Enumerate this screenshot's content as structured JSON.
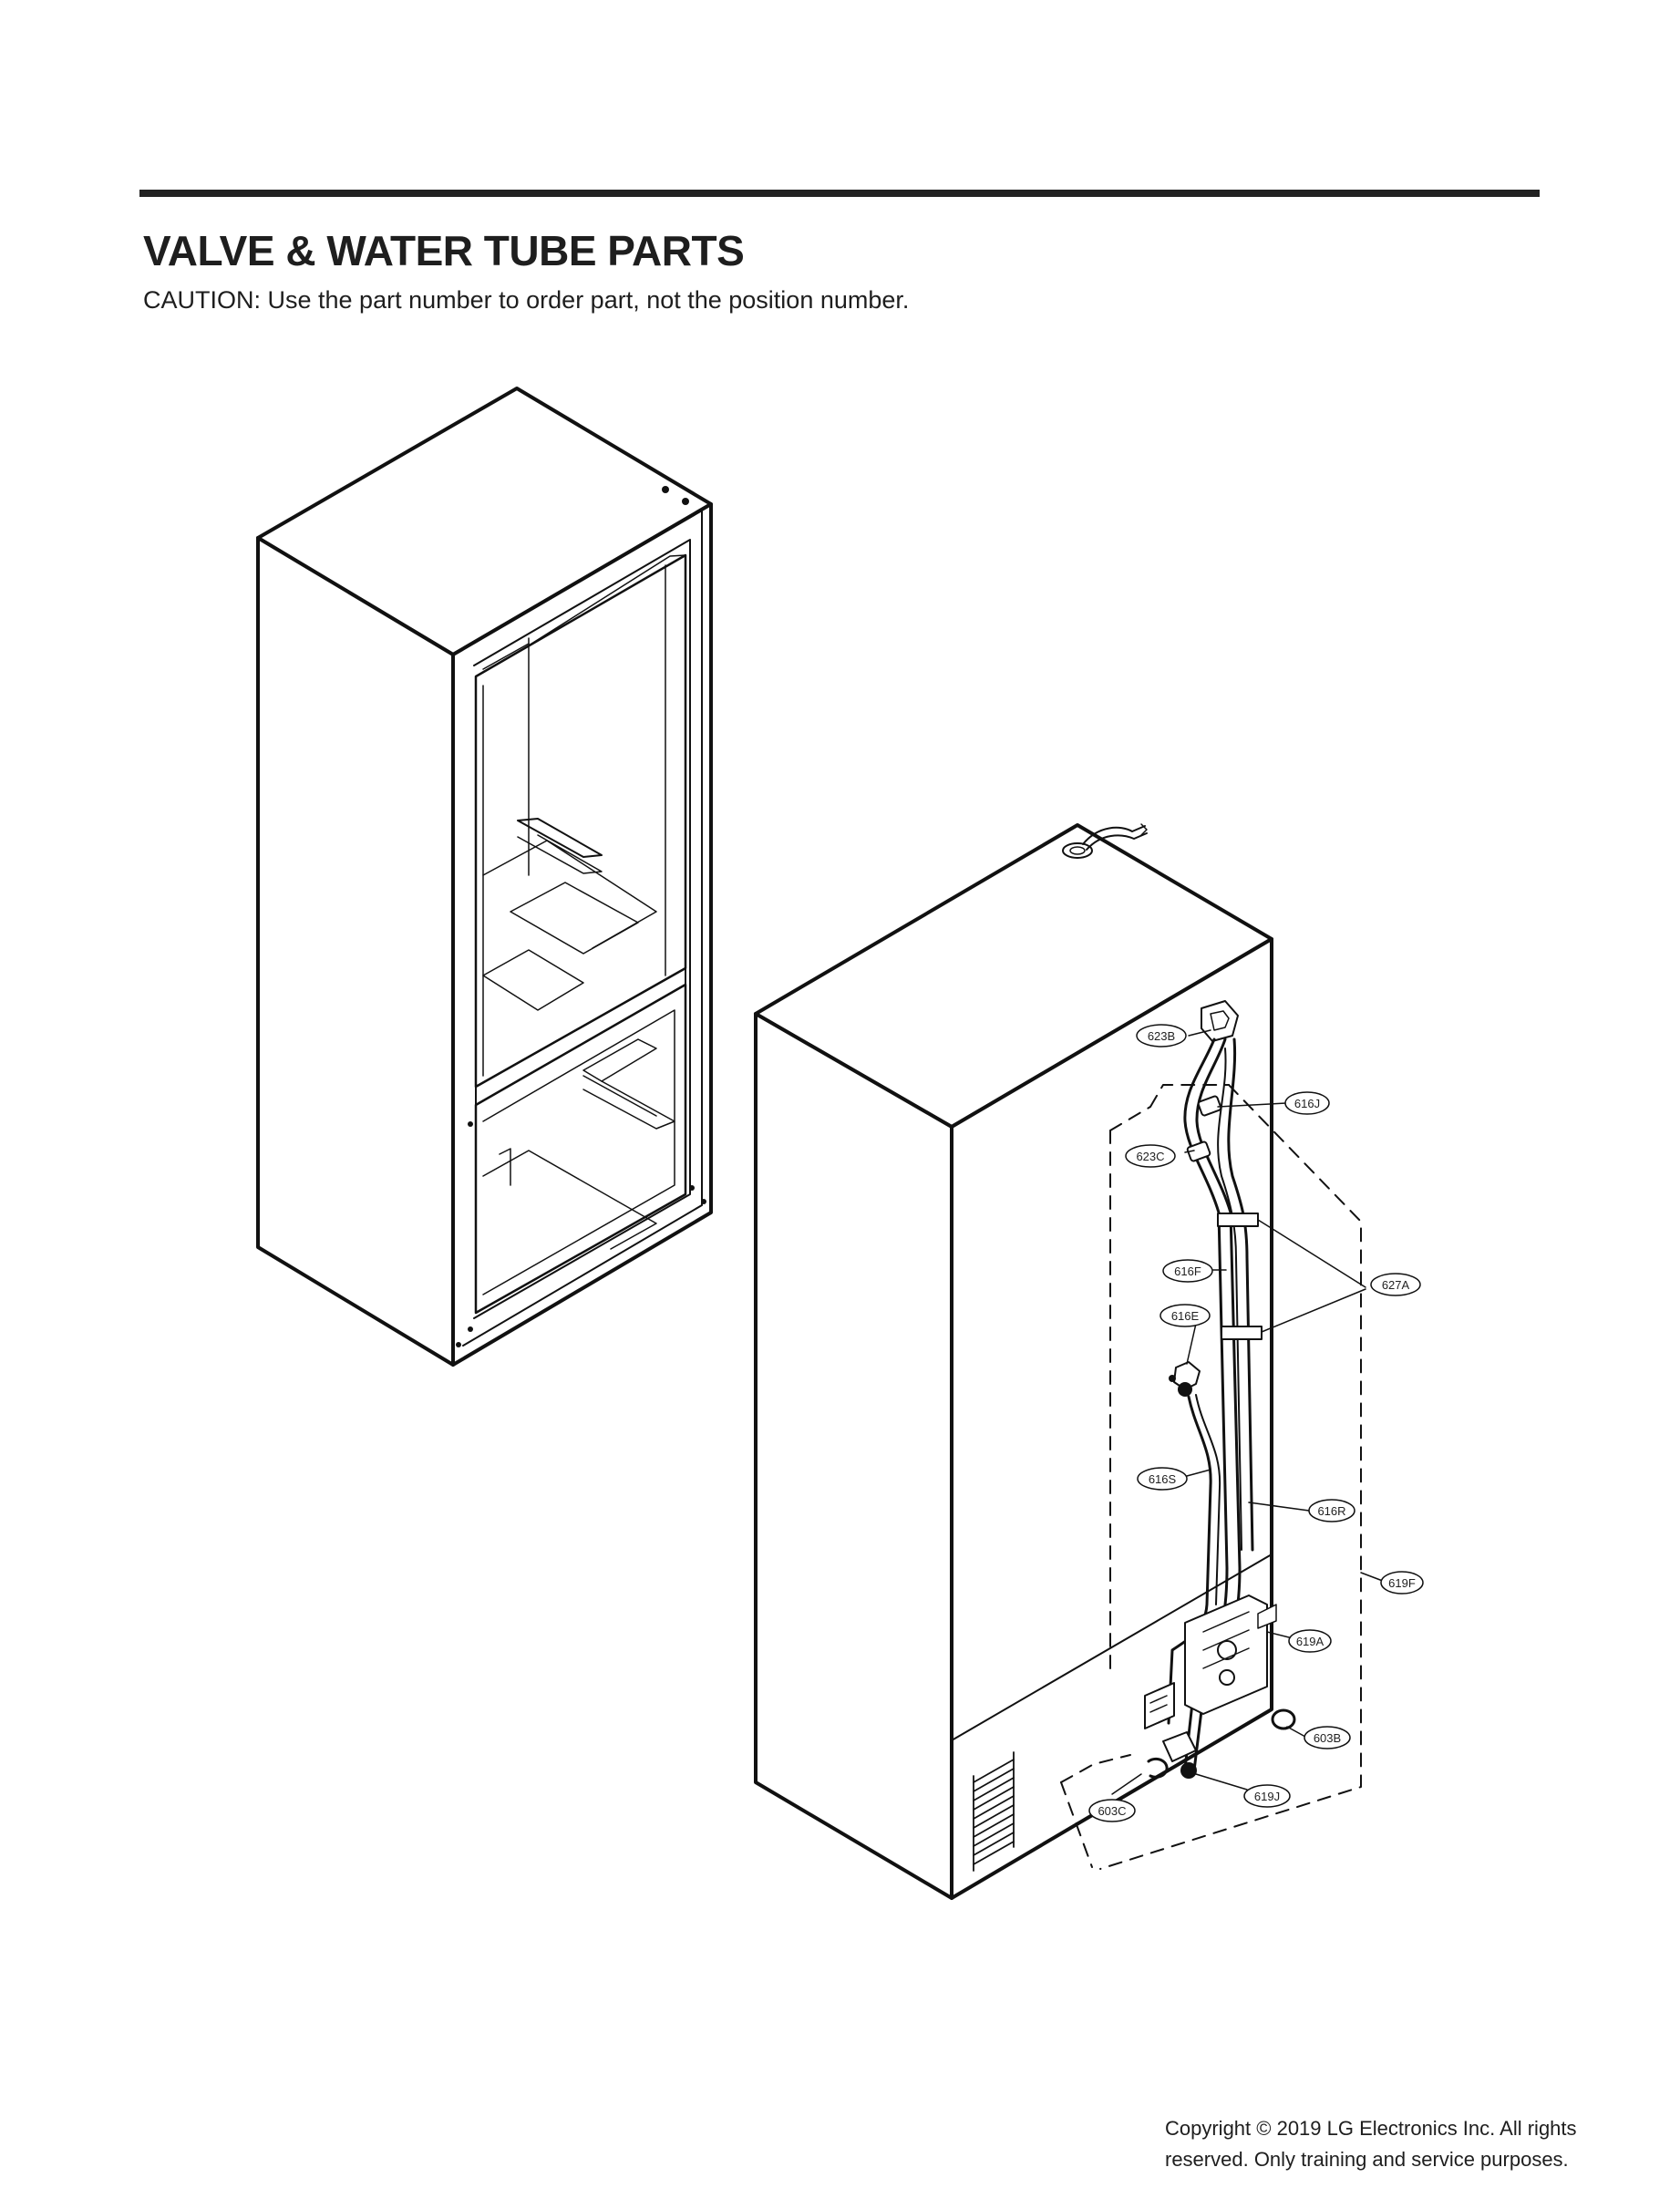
{
  "header": {
    "title": "VALVE & WATER TUBE PARTS",
    "caution": "CAUTION: Use the part number to order part, not the position number."
  },
  "callouts": {
    "c623B": "623B",
    "c616J": "616J",
    "c623C": "623C",
    "c616F": "616F",
    "c627A": "627A",
    "c616E": "616E",
    "c616S": "616S",
    "c616R": "616R",
    "c619F": "619F",
    "c619A": "619A",
    "c603B": "603B",
    "c619J": "619J",
    "c603C": "603C"
  },
  "footer": {
    "copyright_line1": "Copyright © 2019  LG Electronics Inc. All rights",
    "copyright_line2": "reserved. Only training and service purposes."
  }
}
